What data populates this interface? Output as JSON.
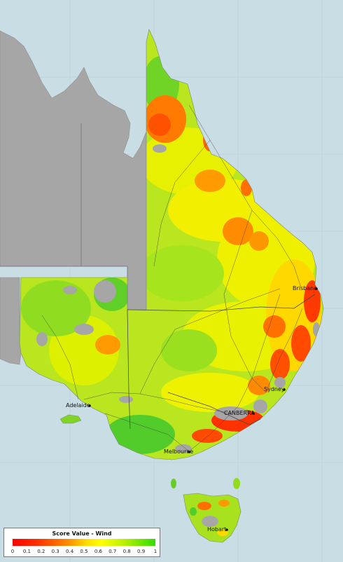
{
  "cities": [
    {
      "id": "brisbane",
      "label": "Brisbane"
    },
    {
      "id": "sydney",
      "label": "Sydney"
    },
    {
      "id": "canberra",
      "label": "CANBERRA"
    },
    {
      "id": "adelaide",
      "label": "Adelaide"
    },
    {
      "id": "melbourne",
      "label": "Melbourne"
    },
    {
      "id": "hobart",
      "label": "Hobart"
    }
  ],
  "legend": {
    "title": "Score Value - Wind",
    "ticks": [
      "0",
      "0.1",
      "0.2",
      "0.3",
      "0.4",
      "0.5",
      "0.6",
      "0.7",
      "0.8",
      "0.9",
      "1"
    ]
  },
  "colors": {
    "ocean": "#c9dde4",
    "outside_area": "#a6a6a6",
    "score_low": "#ff0000",
    "score_mid": "#ffff00",
    "score_high": "#33dd00"
  }
}
